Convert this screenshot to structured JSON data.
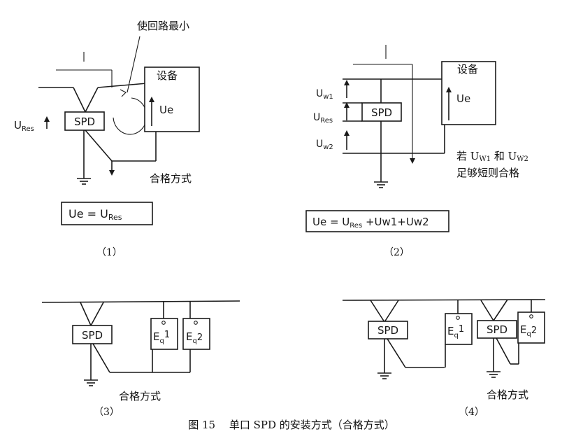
{
  "caption": "图 15　 单口 SPD 的安装方式（合格方式）",
  "common": {
    "spd": "SPD",
    "ok_label": "合格方式"
  },
  "fig1": {
    "number": "（1）",
    "current_label": "I",
    "loop_note": "使回路最小",
    "device": "设备",
    "ures_main": "U",
    "ures_sub": "Res",
    "ue": "Ue",
    "formula": {
      "lhs": "Ue  =  U",
      "sub": "Res"
    }
  },
  "fig2": {
    "number": "（2）",
    "current_label": "I",
    "device": "设备",
    "uw1_main": "U",
    "uw1_sub": "w1",
    "ures_main": "U",
    "ures_sub": "Res",
    "uw2_main": "U",
    "uw2_sub": "w2",
    "ue": "Ue",
    "note_line1": "若 U",
    "note_sub1": "W1",
    "note_mid": " 和 U",
    "note_sub2": "W2",
    "note_line2": "足够短则合格",
    "formula": {
      "lhs": "Ue  =  U",
      "sub": "Res",
      "rhs": " +Uw1+Uw2"
    }
  },
  "fig3": {
    "number": "（3）",
    "eq1_main": "E",
    "eq1_sub": "q",
    "eq1_num": "1",
    "eq2_main": "E",
    "eq2_sub": "q",
    "eq2_num": "2"
  },
  "fig4": {
    "number": "（4）",
    "eq1_main": "E",
    "eq1_sub": "q",
    "eq1_num": "1",
    "eq2_main": "E",
    "eq2_sub": "q",
    "eq2_num": "2"
  }
}
